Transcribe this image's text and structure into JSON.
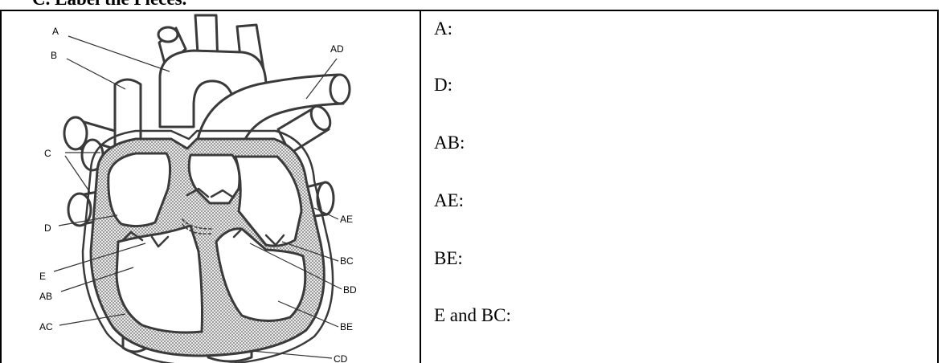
{
  "heading": "C.  Label the Pieces.",
  "diagram": {
    "labels": {
      "A": "A",
      "B": "B",
      "AD": "AD",
      "C": "C",
      "D": "D",
      "E": "E",
      "AB": "AB",
      "AC": "AC",
      "AE": "AE",
      "BC": "BC",
      "BD": "BD",
      "BE": "BE",
      "CD": "CD"
    }
  },
  "answers": [
    "A:",
    "D:",
    "AB:",
    "AE:",
    "BE:",
    "E and BC:"
  ]
}
